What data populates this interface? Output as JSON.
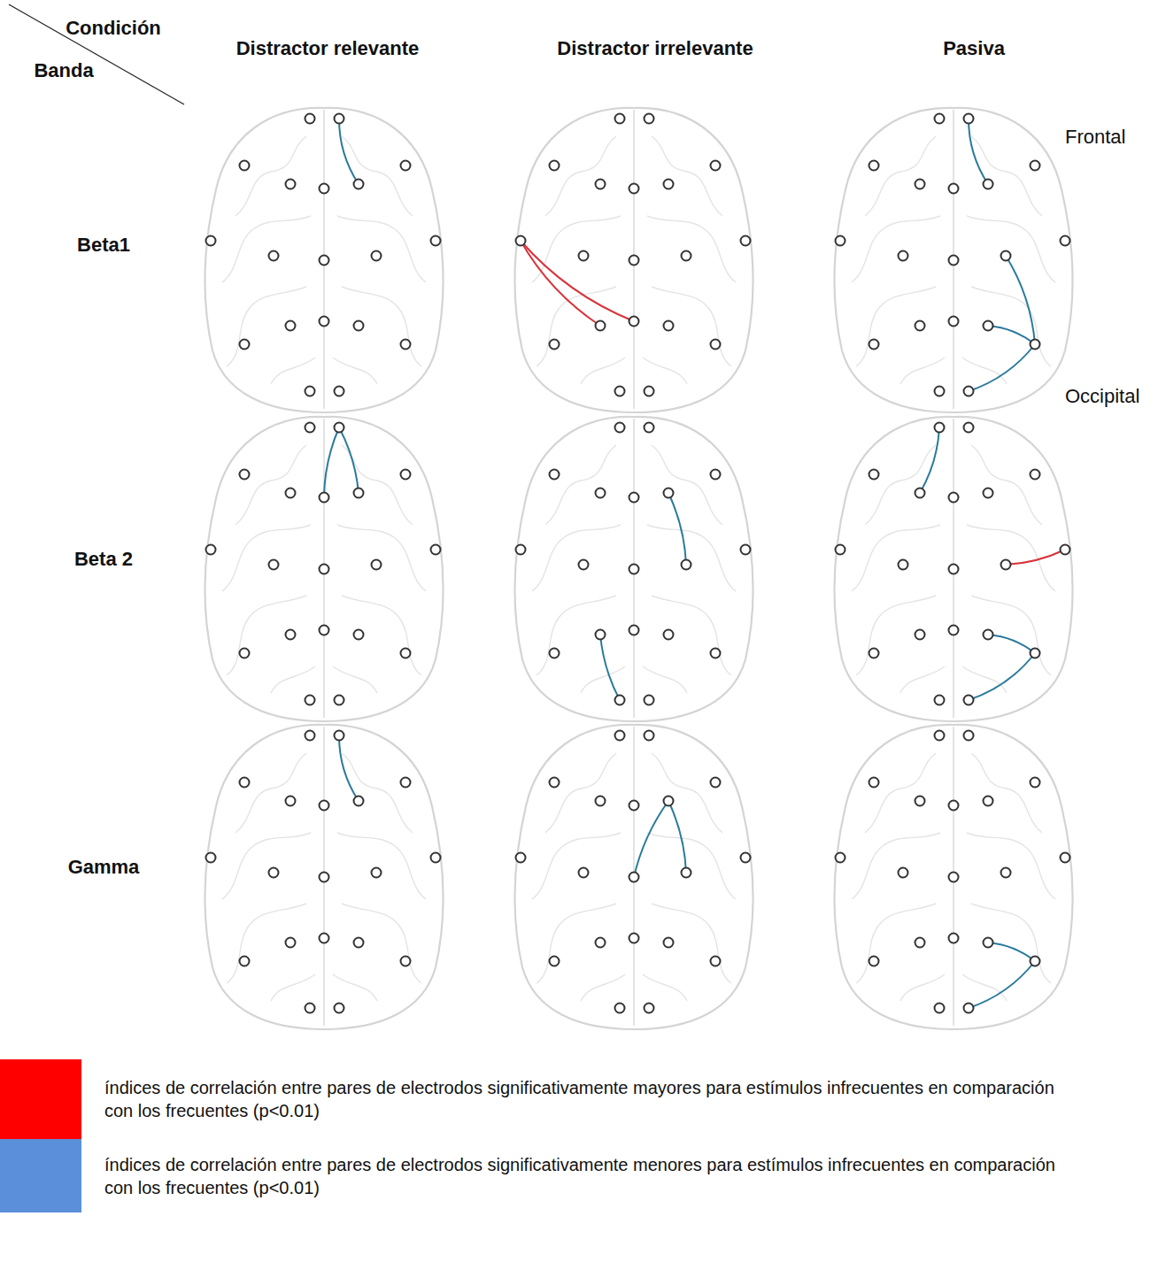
{
  "diagram": {
    "labels": [
      "Condición",
      "Banda",
      "Distractor relevante",
      "Distractor irrelevante",
      "Pasiva",
      "Frontal",
      "Beta1",
      "Occipital",
      "Beta 2",
      "Gamma"
    ],
    "legend": [
      {
        "text": "índices de correlación entre pares de electrodos significativamente mayores para estímulos infrecuentes en comparación con los frecuentes (p<0.01)",
        "color": "#ff0000"
      },
      {
        "text": "índices de correlación  entre pares de electrodos significativamente menores para estímulos infrecuentes en comparación con los frecuentes (p<0.01)",
        "color": "#5b8fd9"
      }
    ]
  }
}
